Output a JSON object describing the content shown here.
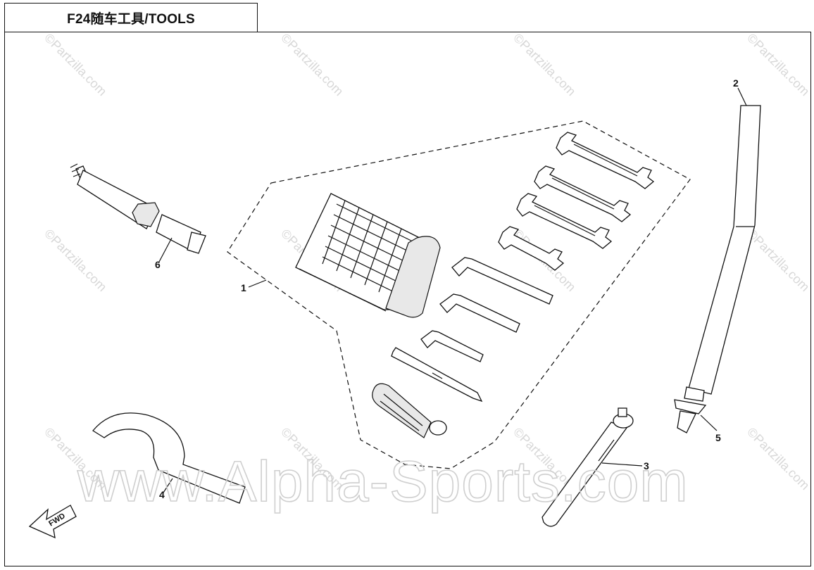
{
  "title": "F24随车工具/TOOLS",
  "watermark_small": "©Partzilla.com",
  "watermark_large": "www.Alpha-Sports.com",
  "fwd_label": "FWD",
  "callouts": [
    {
      "id": "1",
      "part": "tool-kit-group"
    },
    {
      "id": "2",
      "part": "pipe-handle"
    },
    {
      "id": "3",
      "part": "pin-spanner"
    },
    {
      "id": "4",
      "part": "hook-spanner"
    },
    {
      "id": "5",
      "part": "spark-plug-tip"
    },
    {
      "id": "6",
      "part": "spark-plug-socket"
    }
  ]
}
